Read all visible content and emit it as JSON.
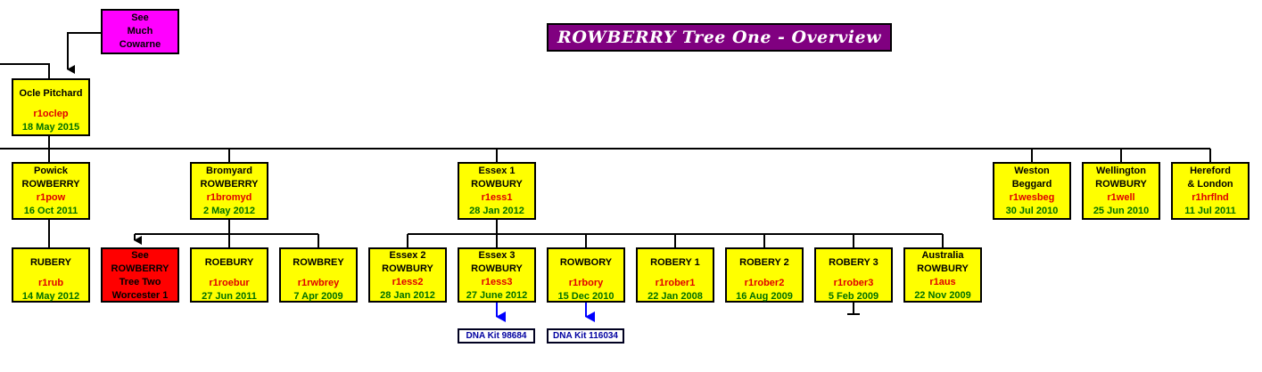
{
  "title": "ROWBERRY Tree One - Overview",
  "see_much": {
    "lines": [
      "See",
      "Much",
      "Cowarne"
    ],
    "color": "#ff00ff"
  },
  "root": {
    "name": "Ocle Pitchard",
    "code": "r1oclep",
    "date": "18 May 2015"
  },
  "level1": [
    {
      "lines": [
        "Powick",
        "ROWBERRY"
      ],
      "code": "r1pow",
      "date": "16 Oct 2011"
    },
    {
      "lines": [
        "Bromyard",
        "ROWBERRY"
      ],
      "code": "r1bromyd",
      "date": "2 May 2012"
    },
    {
      "lines": [
        "Essex 1",
        "ROWBURY"
      ],
      "code": "r1ess1",
      "date": "28 Jan 2012"
    },
    {
      "lines": [
        "Weston",
        "Beggard"
      ],
      "code": "r1wesbeg",
      "date": "30 Jul 2010"
    },
    {
      "lines": [
        "Wellington",
        "ROWBURY"
      ],
      "code": "r1well",
      "date": "25 Jun 2010"
    },
    {
      "lines": [
        "Hereford",
        "& London"
      ],
      "code": "r1hrflnd",
      "date": "11 Jul 2011"
    }
  ],
  "rubery": {
    "name": "RUBERY",
    "code": "r1rub",
    "date": "14 May 2012"
  },
  "see_worcester": {
    "lines": [
      "See",
      "ROWBERRY",
      "Tree Two",
      "Worcester 1"
    ],
    "color": "#ff0000"
  },
  "bromyard_children": [
    {
      "name": "ROEBURY",
      "code": "r1roebur",
      "date": "27 Jun 2011"
    },
    {
      "name": "ROWBREY",
      "code": "r1rwbrey",
      "date": "7 Apr 2009"
    }
  ],
  "essex_children": [
    {
      "lines": [
        "Essex 2",
        "ROWBURY"
      ],
      "code": "r1ess2",
      "date": "28 Jan 2012"
    },
    {
      "lines": [
        "Essex 3",
        "ROWBURY"
      ],
      "code": "r1ess3",
      "date": "27 June 2012"
    },
    {
      "lines": [
        "ROWBORY"
      ],
      "code": "r1rbory",
      "date": "15 Dec 2010"
    },
    {
      "lines": [
        "ROBERY 1"
      ],
      "code": "r1rober1",
      "date": "22 Jan 2008"
    },
    {
      "lines": [
        "ROBERY 2"
      ],
      "code": "r1rober2",
      "date": "16 Aug 2009"
    },
    {
      "lines": [
        "ROBERY 3"
      ],
      "code": "r1rober3",
      "date": "5 Feb 2009"
    },
    {
      "lines": [
        "Australia",
        "ROWBURY"
      ],
      "code": "r1aus",
      "date": "22 Nov 2009"
    }
  ],
  "dna_kits": [
    "DNA Kit 98684",
    "DNA Kit 116034"
  ],
  "colors": {
    "box_fill": "#ffff00",
    "code_text": "#e00000",
    "date_text": "#007000",
    "title_fill": "#800080",
    "dna_arrow": "#0000ff"
  }
}
